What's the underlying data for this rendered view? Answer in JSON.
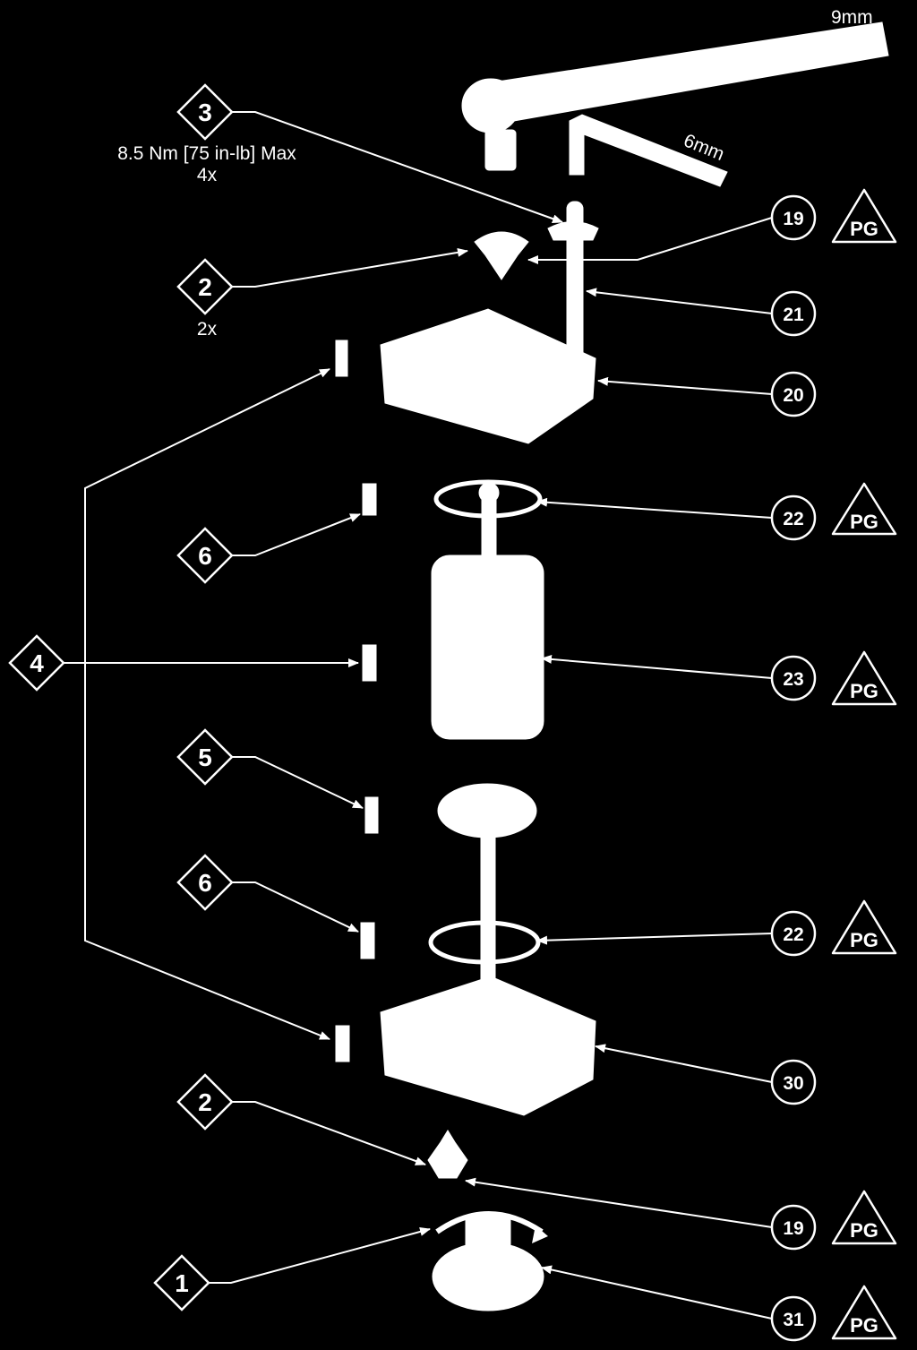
{
  "tools": {
    "ratchet_size": "9mm",
    "hex_key_size": "6mm"
  },
  "steps": {
    "s3": {
      "label": "3",
      "note1": "8.5 Nm [75 in-lb] Max",
      "note2": "4x"
    },
    "s2a": {
      "label": "2",
      "note1": "2x"
    },
    "s6a": {
      "label": "6"
    },
    "s4": {
      "label": "4"
    },
    "s5": {
      "label": "5"
    },
    "s6b": {
      "label": "6"
    },
    "s2b": {
      "label": "2"
    },
    "s1": {
      "label": "1"
    }
  },
  "callouts": {
    "c19a": {
      "label": "19",
      "pg": "PG"
    },
    "c21": {
      "label": "21"
    },
    "c20": {
      "label": "20"
    },
    "c22a": {
      "label": "22",
      "pg": "PG"
    },
    "c23": {
      "label": "23",
      "pg": "PG"
    },
    "c22b": {
      "label": "22",
      "pg": "PG"
    },
    "c30": {
      "label": "30"
    },
    "c19b": {
      "label": "19",
      "pg": "PG"
    },
    "c31": {
      "label": "31",
      "pg": "PG"
    }
  }
}
